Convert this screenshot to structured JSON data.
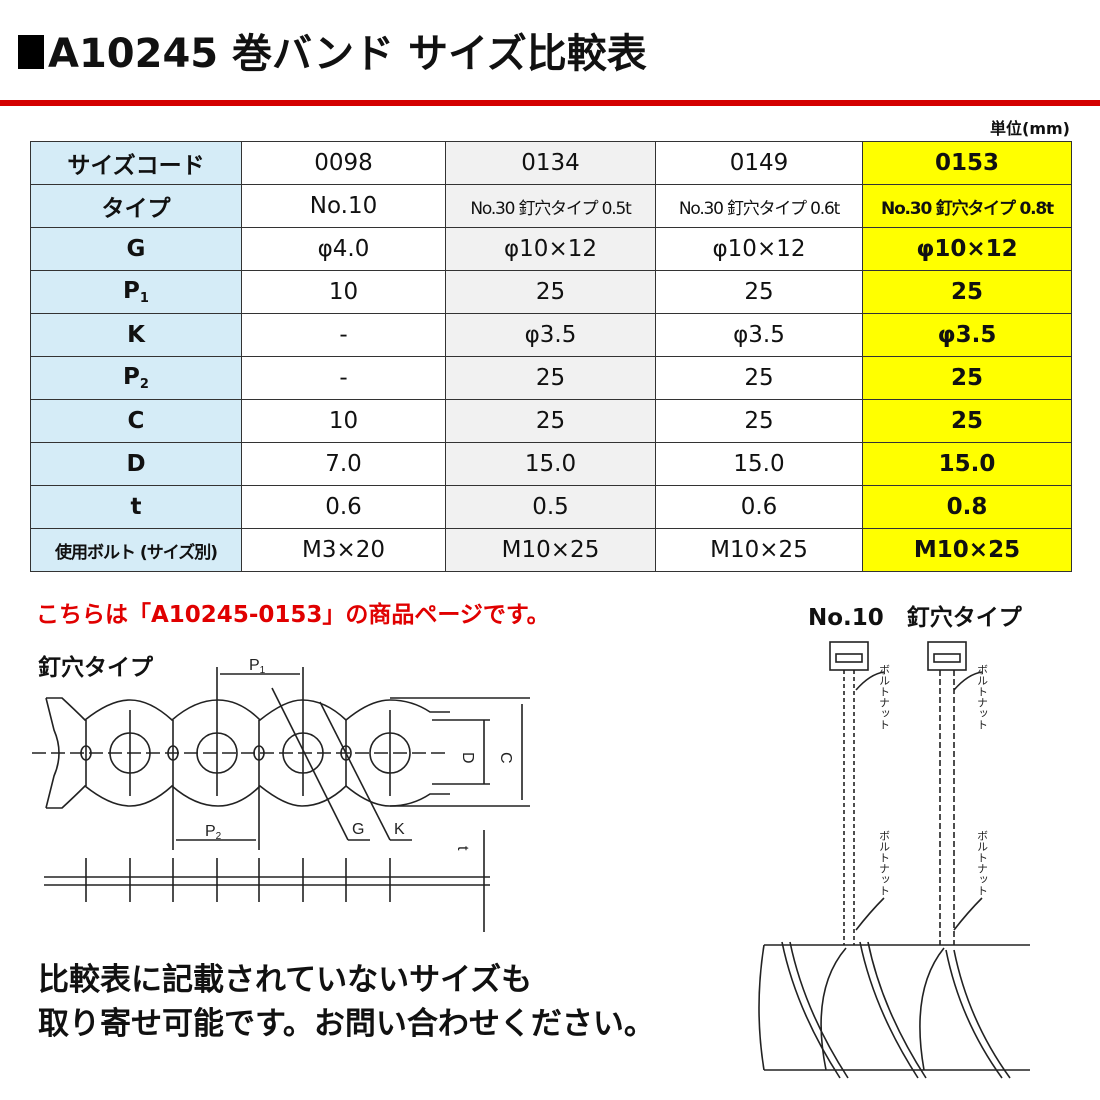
{
  "header": {
    "title_marker": "■",
    "title": "A10245 巻バンド サイズ比較表",
    "accent_color": "#d40000"
  },
  "unit_label": "単位(mm)",
  "table": {
    "columns": [
      "0098",
      "0134",
      "0149",
      "0153"
    ],
    "highlight_column": "0153",
    "highlight_color": "#ffff00",
    "header_color": "#d5ecf7",
    "rows": [
      {
        "label": "サイズコード",
        "values": [
          "0098",
          "0134",
          "0149",
          "0153"
        ]
      },
      {
        "label": "タイプ",
        "values": [
          "No.10",
          "No.30 釘穴タイプ 0.5t",
          "No.30 釘穴タイプ 0.6t",
          "No.30 釘穴タイプ 0.8t"
        ]
      },
      {
        "label": "G",
        "values": [
          "φ4.0",
          "φ10×12",
          "φ10×12",
          "φ10×12"
        ]
      },
      {
        "label": "P",
        "label_sub": "1",
        "values": [
          "10",
          "25",
          "25",
          "25"
        ]
      },
      {
        "label": "K",
        "values": [
          "-",
          "φ3.5",
          "φ3.5",
          "φ3.5"
        ]
      },
      {
        "label": "P",
        "label_sub": "2",
        "values": [
          "-",
          "25",
          "25",
          "25"
        ]
      },
      {
        "label": "C",
        "values": [
          "10",
          "25",
          "25",
          "25"
        ]
      },
      {
        "label": "D",
        "values": [
          "7.0",
          "15.0",
          "15.0",
          "15.0"
        ]
      },
      {
        "label": "t",
        "values": [
          "0.6",
          "0.5",
          "0.6",
          "0.8"
        ]
      },
      {
        "label": "使用ボルト (サイズ別)",
        "values": [
          "M3×20",
          "M10×25",
          "M10×25",
          "M10×25"
        ]
      }
    ]
  },
  "notice": {
    "text": "こちらは「A10245-0153」の商品ページです。",
    "color": "#e00000"
  },
  "diagram_nail_hole": {
    "title": "釘穴タイプ",
    "labels": {
      "p1": "P1",
      "p2": "P2",
      "g": "G",
      "k": "K",
      "d": "D",
      "c": "C",
      "t": "t"
    }
  },
  "diagram_usage": {
    "title": "No.10　釘穴タイプ",
    "callout": "ボルトナット"
  },
  "footer": {
    "line1": "比較表に記載されていないサイズも",
    "line2": "取り寄せ可能です。お問い合わせください。"
  }
}
